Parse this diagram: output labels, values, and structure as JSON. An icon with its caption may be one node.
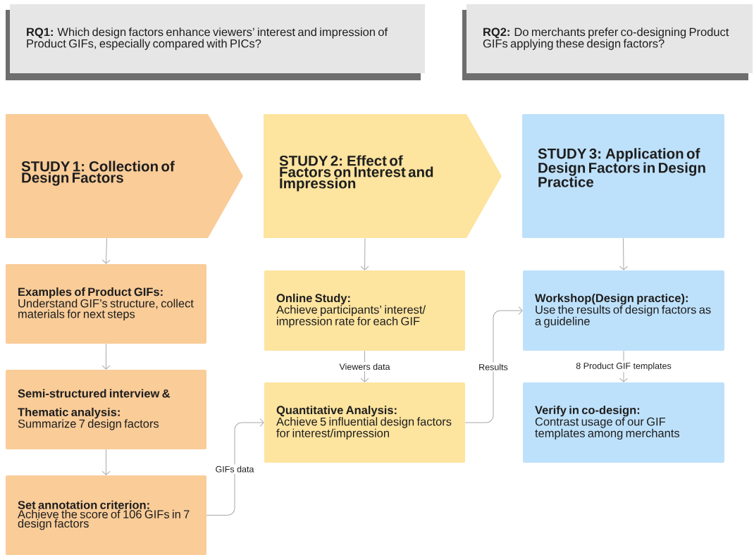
{
  "diagram": {
    "nodes": [
      {
        "text": [
          "**RQ1:** Which design factors enhance viewers’ interest and impression of Product GIFs, especially compared with PICs?"
        ]
      },
      {
        "text": [
          "**RQ2:** Do merchants prefer co-designing Product GIFs applying these design factors?"
        ]
      },
      {
        "text": [
          "STUDY 1: Collection of Design Factors"
        ]
      },
      {
        "text": [
          "STUDY 2: Effect of Factors on Interest and Impression"
        ]
      },
      {
        "text": [
          "STUDY 3: Application of Design Factors in Design Practice"
        ]
      },
      {
        "text": [
          "Examples of Product GIFs:",
          "Understand GIF’s structure, collect materials for next steps"
        ]
      },
      {
        "text": [
          "Semi-structured interview & Thematic analysis:",
          "Summarize 7 design factors"
        ]
      },
      {
        "text": [
          "Set annotation criterion:",
          "Achieve the score of 106 GIFs in 7 design factors"
        ]
      },
      {
        "text": [
          "Online Study:",
          "Achieve participants’ interest/ impression rate for each GIF"
        ]
      },
      {
        "text": [
          "Quantitative Analysis:",
          "Achieve 5 influential design factors for interest/impression"
        ]
      },
      {
        "text": [
          "Workshop(Design practice):",
          "Use the results of design factors as a guideline"
        ]
      },
      {
        "text": [
          "Verify in co-design:",
          "Contrast usage of our GIF templates among merchants"
        ]
      }
    ],
    "edges": [
      {
        "from": 2,
        "to": 5,
        "arrow": "to"
      },
      {
        "from": 5,
        "to": 6,
        "arrow": "to"
      },
      {
        "from": 6,
        "to": 7,
        "arrow": "to"
      },
      {
        "from": 7,
        "to": 9,
        "arrow": "to",
        "label": "GIFs data"
      },
      {
        "from": 3,
        "to": 8,
        "arrow": "to"
      },
      {
        "from": 8,
        "to": 9,
        "arrow": "to",
        "label": "Viewers data"
      },
      {
        "from": 9,
        "to": 10,
        "arrow": "to",
        "label": "Results"
      },
      {
        "from": 4,
        "to": 10,
        "arrow": "to"
      },
      {
        "from": 10,
        "to": 11,
        "arrow": "to",
        "label": "8 Product GIF templates"
      }
    ]
  }
}
